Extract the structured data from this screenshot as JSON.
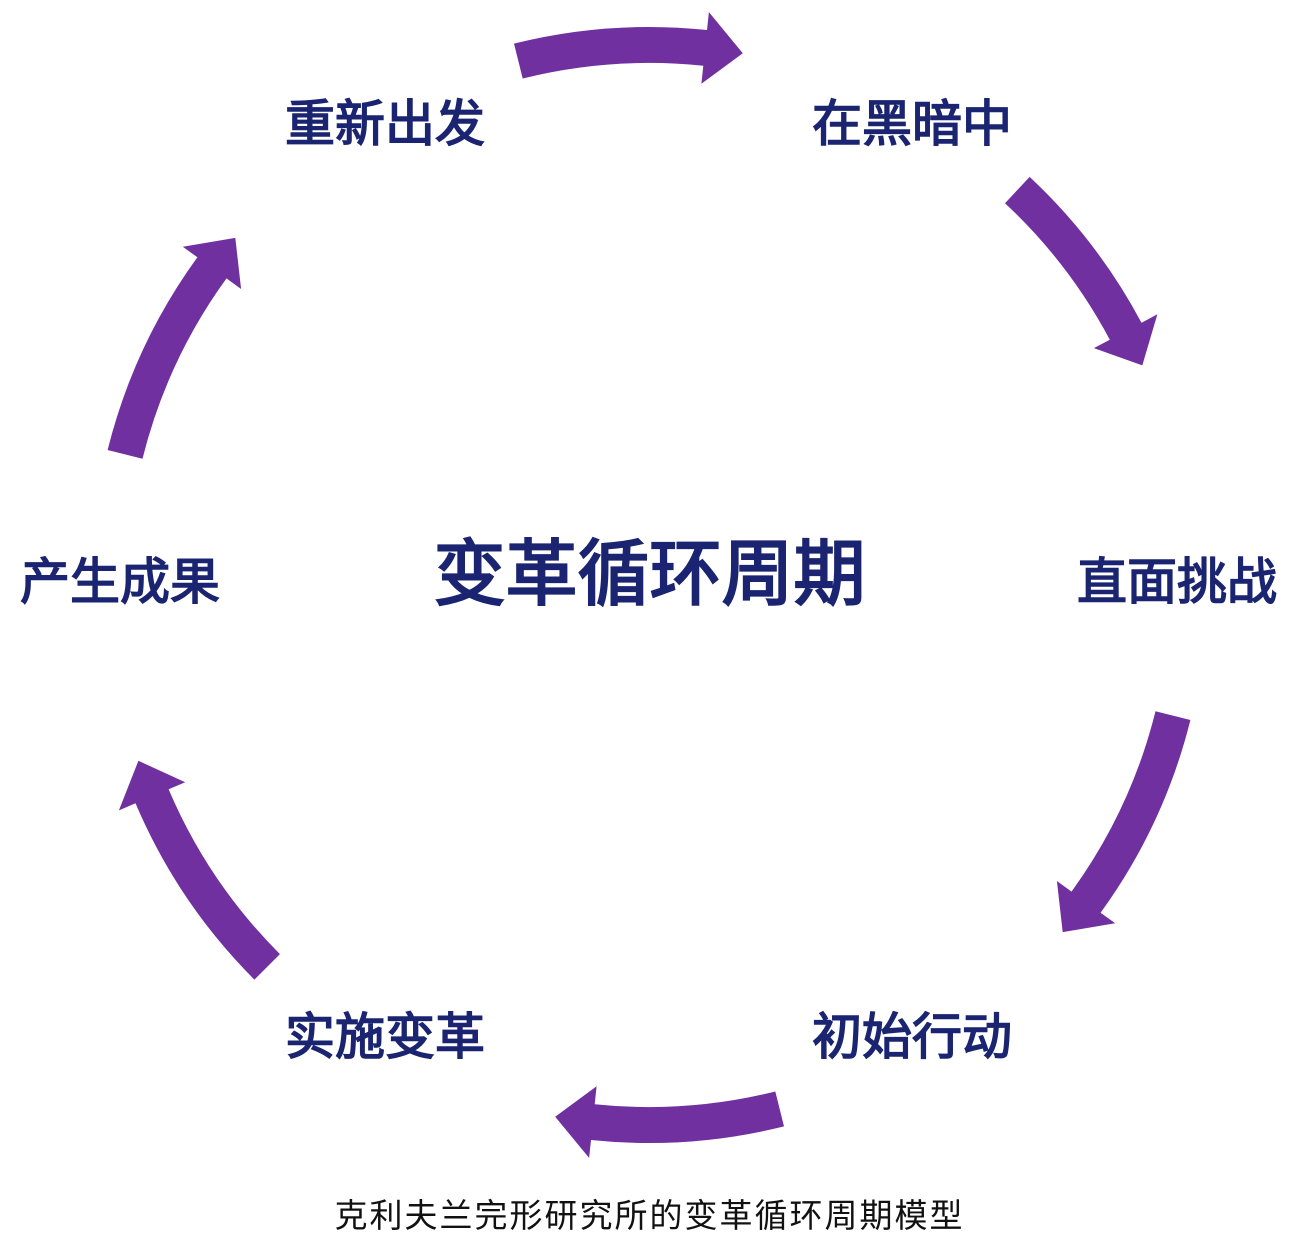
{
  "diagram": {
    "center_title": "变革循环周期",
    "stages": [
      {
        "label": "在黑暗中"
      },
      {
        "label": "直面挑战"
      },
      {
        "label": "初始行动"
      },
      {
        "label": "实施变革"
      },
      {
        "label": "产生成果"
      },
      {
        "label": "重新出发"
      }
    ],
    "arrow_color": "#7030a0",
    "text_color": "#1a2470"
  },
  "caption": "克利夫兰完形研究所的变革循环周期模型"
}
